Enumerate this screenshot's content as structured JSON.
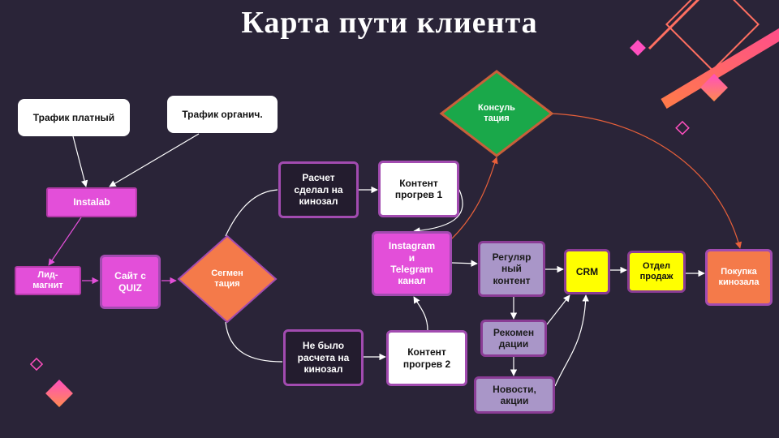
{
  "title": "Карта пути клиента",
  "colors": {
    "background": "#2a2438",
    "pink_node": "#e34fd9",
    "green_diamond": "#1aa84a",
    "orange_diamond": "#f47a4a",
    "yellow_node": "#ffff00",
    "lavender_node": "#a996c8",
    "arrow": "#ffffff",
    "arrow_accent": "#e8603a",
    "deco_coral": "#ff6f61"
  },
  "nodes": {
    "traffic_paid": "Трафик платный",
    "traffic_organic": "Трафик органич.",
    "instalab": "Instalab",
    "lead_magnet": "Лид-\nмагнит",
    "site_quiz": "Сайт с\nQUIZ",
    "segmentation": "Сегмен\nтация",
    "calc_done": "Расчет\nсделал на\nкинозал",
    "no_calc": "Не было\nрасчета на\nкинозал",
    "warmup1": "Контент\nпрогрев 1",
    "warmup2": "Контент\nпрогрев 2",
    "consultation": "Консуль\nтация",
    "ig_tg": "Instagram\nи\nTelegram\nканал",
    "regular_content": "Регуляр\nный\nконтент",
    "recommendations": "Рекомен\nдации",
    "news": "Новости,\nакции",
    "crm": "CRM",
    "sales_dept": "Отдел\nпродаж",
    "purchase": "Покупка\nкинозала"
  }
}
